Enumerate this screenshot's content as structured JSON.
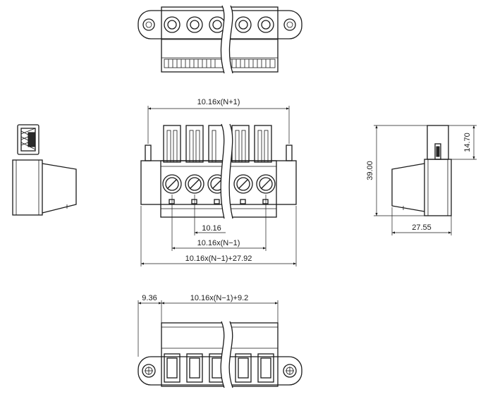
{
  "dimensions": {
    "top_width": "10.16x(N+1)",
    "height": "39.00",
    "height_upper": "14.70",
    "pitch": "10.16",
    "pitch_span": "10.16x(N−1)",
    "overall_width": "10.16x(N−1)+27.92",
    "depth": "27.55",
    "bottom_offset": "9.36",
    "bottom_width": "10.16x(N−1)+9.2"
  }
}
